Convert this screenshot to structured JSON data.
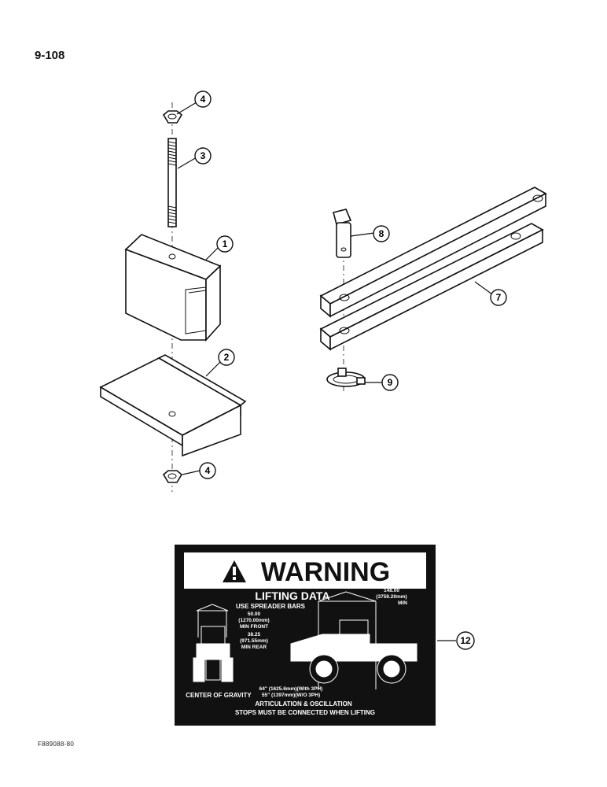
{
  "page": {
    "number": "9-108",
    "figure_id": "F889088-80"
  },
  "callouts": {
    "c1": "1",
    "c2": "2",
    "c3": "3",
    "c4_top": "4",
    "c4_bottom": "4",
    "c7": "7",
    "c8": "8",
    "c9": "9",
    "c12": "12"
  },
  "decal": {
    "warning_title": "WARNING",
    "lifting_data": "LIFTING DATA",
    "use_spreader_bars": "USE SPREADER BARS",
    "dim_top_value": "148.00",
    "dim_top_mm": "(3759.20mm)",
    "dim_top_min": "MIN",
    "front_value": "50.00",
    "front_mm": "(1270.00mm)",
    "front_label": "MIN FRONT",
    "rear_value": "38.25",
    "rear_mm": "(971.55mm)",
    "rear_label": "MIN REAR",
    "cog_line1": "64\" (1625.6mm)(With 3PH)",
    "cog_label": "CENTER OF GRAVITY",
    "cog_line2": "55\" (1397mm)(W/O 3PH)",
    "articulation": "ARTICULATION & OSCILLATION",
    "stops": "STOPS MUST BE CONNECTED WHEN LIFTING"
  }
}
